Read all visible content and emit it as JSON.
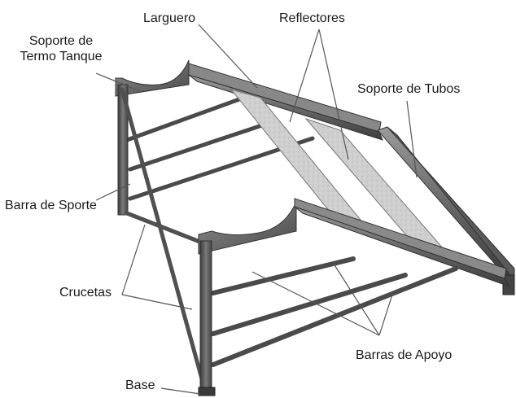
{
  "labels": {
    "soporte_termo_line1": "Soporte de",
    "soporte_termo_line2": "Termo Tanque",
    "larguero": "Larguero",
    "reflectores": "Reflectores",
    "soporte_tubos": "Soporte de Tubos",
    "barra_sporte": "Barra de Sporte",
    "crucetas": "Crucetas",
    "barras_apoyo": "Barras de Apoyo",
    "base": "Base"
  },
  "colors": {
    "frame_light": "#8a8a8a",
    "frame_mid": "#5e5e5e",
    "frame_dark": "#3a3a3a",
    "reflector": "#d4d4d4",
    "leader_line": "#555555",
    "text": "#1a1a1a"
  }
}
